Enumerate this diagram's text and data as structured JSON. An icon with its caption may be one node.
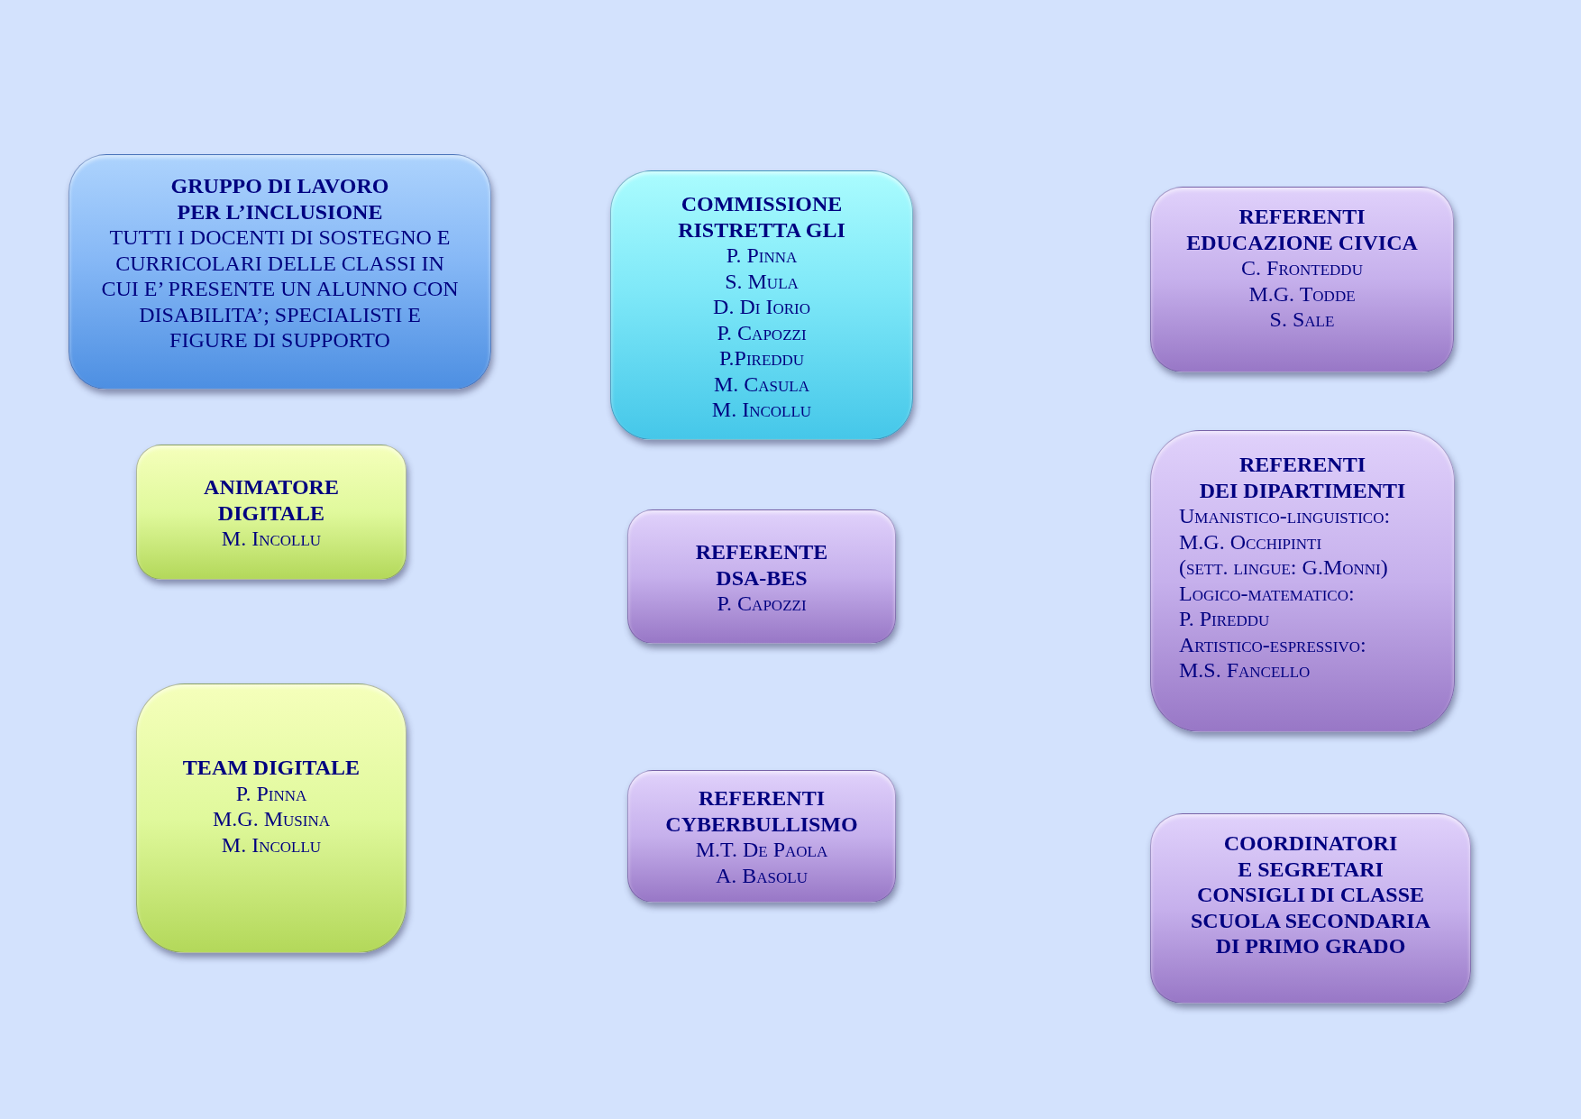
{
  "diagram": {
    "nodes": [
      {
        "text": [
          "GRUPPO DI LAVORO PER L’INCLUSIONE",
          "TUTTI I DOCENTI DI SOSTEGNO E CURRICOLARI DELLE CLASSI IN CUI E’ PRESENTE UN ALUNNO CON DISABILITA’; SPECIALISTI E FIGURE DI SUPPORTO"
        ]
      },
      {
        "text": [
          "COMMISSIONE RISTRETTA GLI",
          "P. Pinna",
          "S. Mula",
          "D. Di Iorio",
          "P. Capozzi",
          "P.Pireddu",
          "M. Casula",
          "M. Incollu"
        ]
      },
      {
        "text": [
          "REFERENTI EDUCAZIONE CIVICA",
          "C. Fronteddu",
          "M.G. Todde",
          "S. Sale"
        ]
      },
      {
        "text": [
          "ANIMATORE DIGITALE",
          "M. Incollu"
        ]
      },
      {
        "text": [
          "REFERENTE DSA-BES",
          "P. Capozzi"
        ]
      },
      {
        "text": [
          "REFERENTI DEI DIPARTIMENTI",
          "Umanistico-linguistico:",
          "M.G. Occhipinti",
          "(sett. lingue: G.Monni)",
          "Logico-matematico:",
          "P. Pireddu",
          "Artistico-espressivo:",
          "M.S. Fancello"
        ]
      },
      {
        "text": [
          "TEAM DIGITALE",
          "P. Pinna",
          "M.G. Musina",
          "M. Incollu"
        ]
      },
      {
        "text": [
          "REFERENTI CYBERBULLISMO",
          "M.T. De Paola",
          "A. Basolu"
        ]
      },
      {
        "text": [
          "COORDINATORI E SEGRETARI CONSIGLI DI CLASSE SCUOLA SECONDARIA DI PRIMO GRADO"
        ]
      }
    ]
  }
}
